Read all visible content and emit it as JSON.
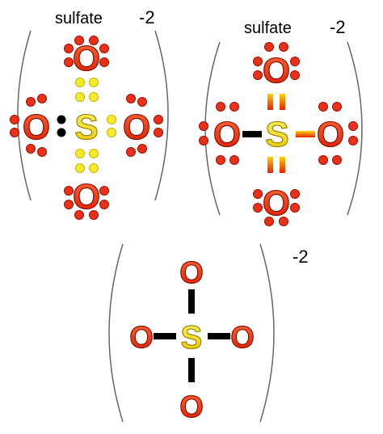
{
  "structures": [
    {
      "id": "dot",
      "name": "sulfate",
      "charge": "-2",
      "central_atom": "S",
      "ligand_atom": "O"
    },
    {
      "id": "dash",
      "name": "sulfate",
      "charge": "-2",
      "central_atom": "S",
      "ligand_atom": "O"
    },
    {
      "id": "skeletal",
      "name": "",
      "charge": "-2",
      "central_atom": "S",
      "ligand_atom": "O"
    }
  ],
  "colors": {
    "oxygen_fill": "#e8301a",
    "oxygen_stroke": "#a01000",
    "sulfur_fill": "#f5ea2a",
    "sulfur_stroke": "#b8a000",
    "lone_pair_red": "#e8301a",
    "lone_pair_yellow": "#f5ea2a",
    "bond": "#000000",
    "bracket": "#555555"
  }
}
